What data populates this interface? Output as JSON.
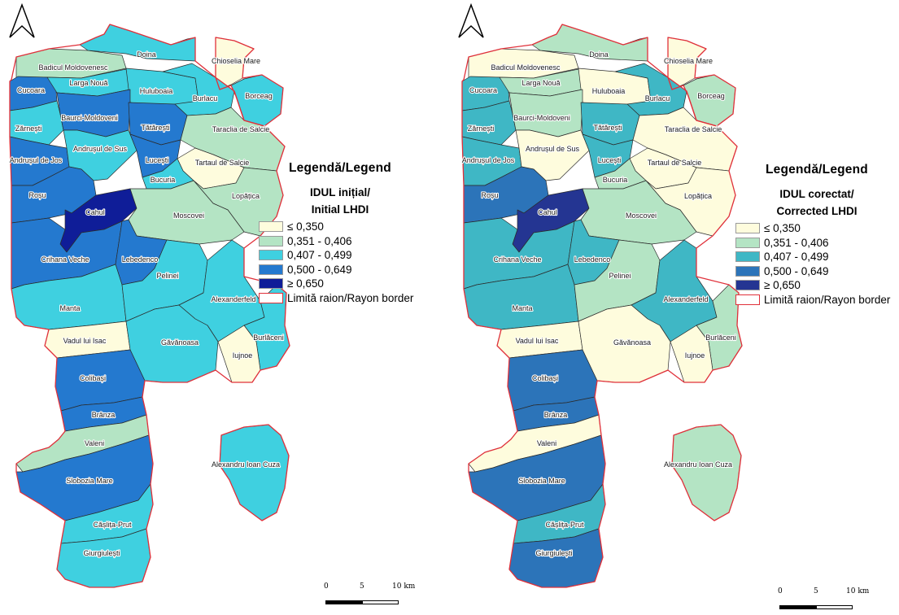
{
  "colors": {
    "c1": "#fefcdd",
    "c2": "#b4e4c4",
    "c3": "#3fd0e0",
    "c4": "#2479cf",
    "c5": "#0f1d98",
    "c3_alt": "#3fb7c5",
    "c4_alt": "#2c74b9",
    "c5_alt": "#243592",
    "border": "#e0303a",
    "line": "#2b2b2b"
  },
  "legend_title": "Legendă/Legend",
  "legend_classes": [
    "≤ 0,350",
    "0,351 - 0,406",
    "0,407 - 0,499",
    "0,500 - 0,649",
    "≥ 0,650"
  ],
  "legend_border_label": "Limită raion/Rayon border",
  "scale_labels": [
    "0",
    "5",
    "10 km"
  ],
  "north_arrow_icon": "north-arrow-icon",
  "maps": [
    {
      "subtitle_line1": "IDUL inițial/",
      "subtitle_line2": "Initial LHDI",
      "values": {
        "badicul": 2,
        "doina": 3,
        "chioselia": 1,
        "borceag": 3,
        "cucoara": 4,
        "larga": 3,
        "huluboaia": 3,
        "burlacu": 3,
        "zarnesti": 3,
        "baurci": 4,
        "tataresti": 4,
        "taraclia": 2,
        "andrusuljos": 4,
        "andrusulsus": 3,
        "lucesti": 4,
        "tartaul": 1,
        "bucuria": 3,
        "lopatica": 2,
        "rosu": 4,
        "cahul": 5,
        "moscovei": 2,
        "crihana": 4,
        "lebedenco": 4,
        "manta": 3,
        "pelinei": 3,
        "alexanderfeld": 3,
        "burlaceni": 3,
        "vadul": 1,
        "gavanoasa": 3,
        "iujnoe": 1,
        "colibasi": 4,
        "branza": 4,
        "valeni": 2,
        "alexandru": 3,
        "slobozia": 4,
        "caslita": 3,
        "giurgiulesti": 3
      }
    },
    {
      "subtitle_line1": "IDUL corectat/",
      "subtitle_line2": "Corrected LHDI",
      "values": {
        "badicul": 1,
        "doina": 2,
        "chioselia": 1,
        "borceag": 2,
        "cucoara": 3,
        "larga": 2,
        "huluboaia": 1,
        "burlacu": 3,
        "zarnesti": 3,
        "baurci": 2,
        "tataresti": 3,
        "taraclia": 1,
        "andrusuljos": 3,
        "andrusulsus": 1,
        "lucesti": 3,
        "tartaul": 1,
        "bucuria": 2,
        "lopatica": 1,
        "rosu": 4,
        "cahul": 5,
        "moscovei": 2,
        "crihana": 3,
        "lebedenco": 3,
        "manta": 3,
        "pelinei": 2,
        "alexanderfeld": 3,
        "burlaceni": 2,
        "vadul": 1,
        "gavanoasa": 1,
        "iujnoe": 1,
        "colibasi": 4,
        "branza": 4,
        "valeni": 1,
        "alexandru": 2,
        "slobozia": 4,
        "caslita": 3,
        "giurgiulesti": 4
      }
    }
  ],
  "communes": [
    {
      "id": "badicul",
      "label": "Badicul Moldovenesc"
    },
    {
      "id": "doina",
      "label": "Doina"
    },
    {
      "id": "chioselia",
      "label": "Chioselia Mare"
    },
    {
      "id": "borceag",
      "label": "Borceag"
    },
    {
      "id": "cucoara",
      "label": "Cucoara"
    },
    {
      "id": "larga",
      "label": "Larga Nouă"
    },
    {
      "id": "huluboaia",
      "label": "Huluboaia"
    },
    {
      "id": "burlacu",
      "label": "Burlacu"
    },
    {
      "id": "zarnesti",
      "label": "Zărnești"
    },
    {
      "id": "baurci",
      "label": "Baurci-Moldoveni"
    },
    {
      "id": "tataresti",
      "label": "Tătărești"
    },
    {
      "id": "taraclia",
      "label": "Taraclia de Salcie"
    },
    {
      "id": "andrusuljos",
      "label": "Andrușul de Jos"
    },
    {
      "id": "andrusulsus",
      "label": "Andrușul de Sus"
    },
    {
      "id": "lucesti",
      "label": "Lucești"
    },
    {
      "id": "tartaul",
      "label": "Tartaul de Salcie"
    },
    {
      "id": "bucuria",
      "label": "Bucuria"
    },
    {
      "id": "lopatica",
      "label": "Lopățica"
    },
    {
      "id": "rosu",
      "label": "Roșu"
    },
    {
      "id": "cahul",
      "label": "Cahul"
    },
    {
      "id": "moscovei",
      "label": "Moscovei"
    },
    {
      "id": "crihana",
      "label": "Crihana Veche"
    },
    {
      "id": "lebedenco",
      "label": "Lebedenco"
    },
    {
      "id": "manta",
      "label": "Manta"
    },
    {
      "id": "pelinei",
      "label": "Pelinei"
    },
    {
      "id": "alexanderfeld",
      "label": "Alexanderfeld"
    },
    {
      "id": "burlaceni",
      "label": "Burlăceni"
    },
    {
      "id": "vadul",
      "label": "Vadul lui Isac"
    },
    {
      "id": "gavanoasa",
      "label": "Găvănoasa"
    },
    {
      "id": "iujnoe",
      "label": "Iujnoe"
    },
    {
      "id": "colibasi",
      "label": "Colibași"
    },
    {
      "id": "branza",
      "label": "Brânza"
    },
    {
      "id": "valeni",
      "label": "Valeni"
    },
    {
      "id": "alexandru",
      "label": "Alexandru Ioan Cuza"
    },
    {
      "id": "slobozia",
      "label": "Slobozia Mare"
    },
    {
      "id": "caslita",
      "label": "Cășlița-Prut"
    },
    {
      "id": "giurgiulesti",
      "label": "Giurgiulești"
    }
  ]
}
